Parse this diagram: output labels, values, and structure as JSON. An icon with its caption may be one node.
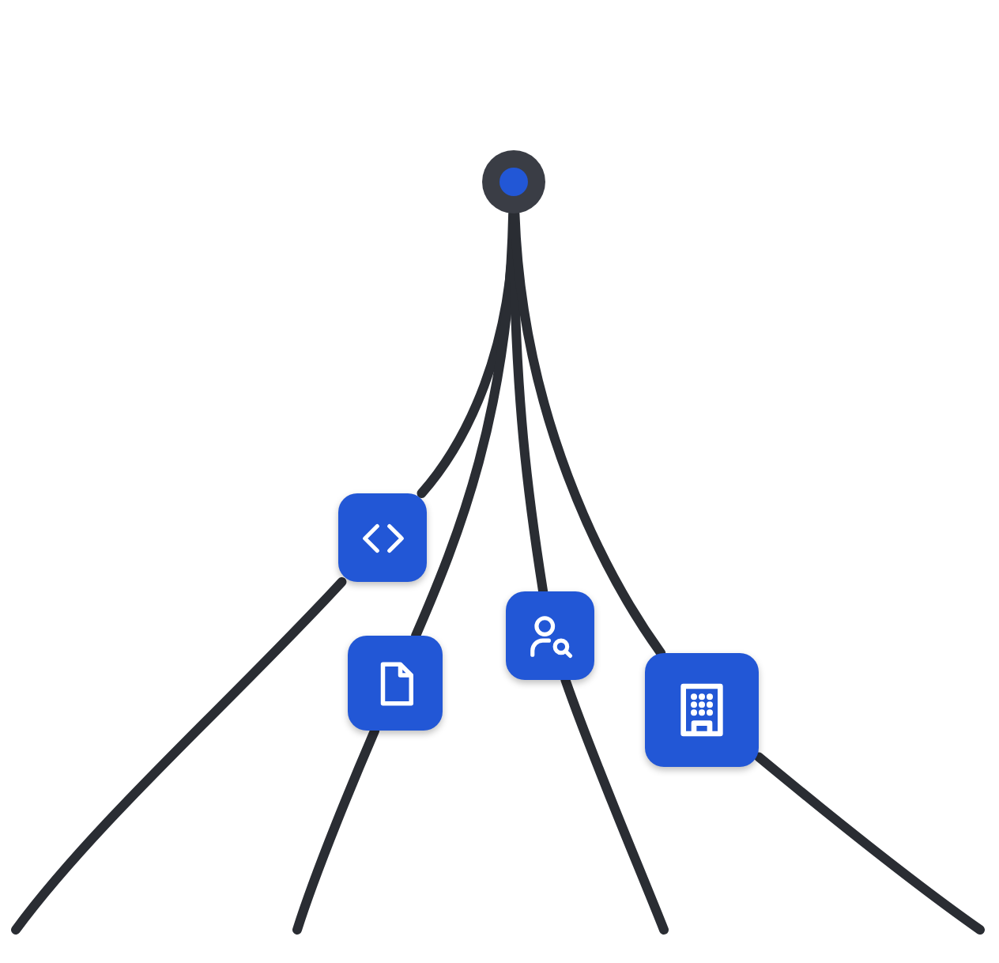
{
  "diagram": {
    "nodes": [
      {
        "text": [],
        "shape": "circle"
      },
      {
        "text": [],
        "shape": "box"
      },
      {
        "text": [],
        "shape": "box"
      },
      {
        "text": [],
        "shape": "box"
      },
      {
        "text": [],
        "shape": "box"
      }
    ],
    "edges": [
      {
        "from": 0,
        "to": 1,
        "arrow": "none"
      },
      {
        "from": 0,
        "to": 2,
        "arrow": "none"
      },
      {
        "from": 0,
        "to": 3,
        "arrow": "none"
      },
      {
        "from": 0,
        "to": 4,
        "arrow": "none"
      },
      {
        "from": 1,
        "to": null,
        "arrow": "none"
      },
      {
        "from": 2,
        "to": null,
        "arrow": "none"
      },
      {
        "from": 3,
        "to": null,
        "arrow": "none"
      },
      {
        "from": 4,
        "to": null,
        "arrow": "none"
      }
    ]
  }
}
